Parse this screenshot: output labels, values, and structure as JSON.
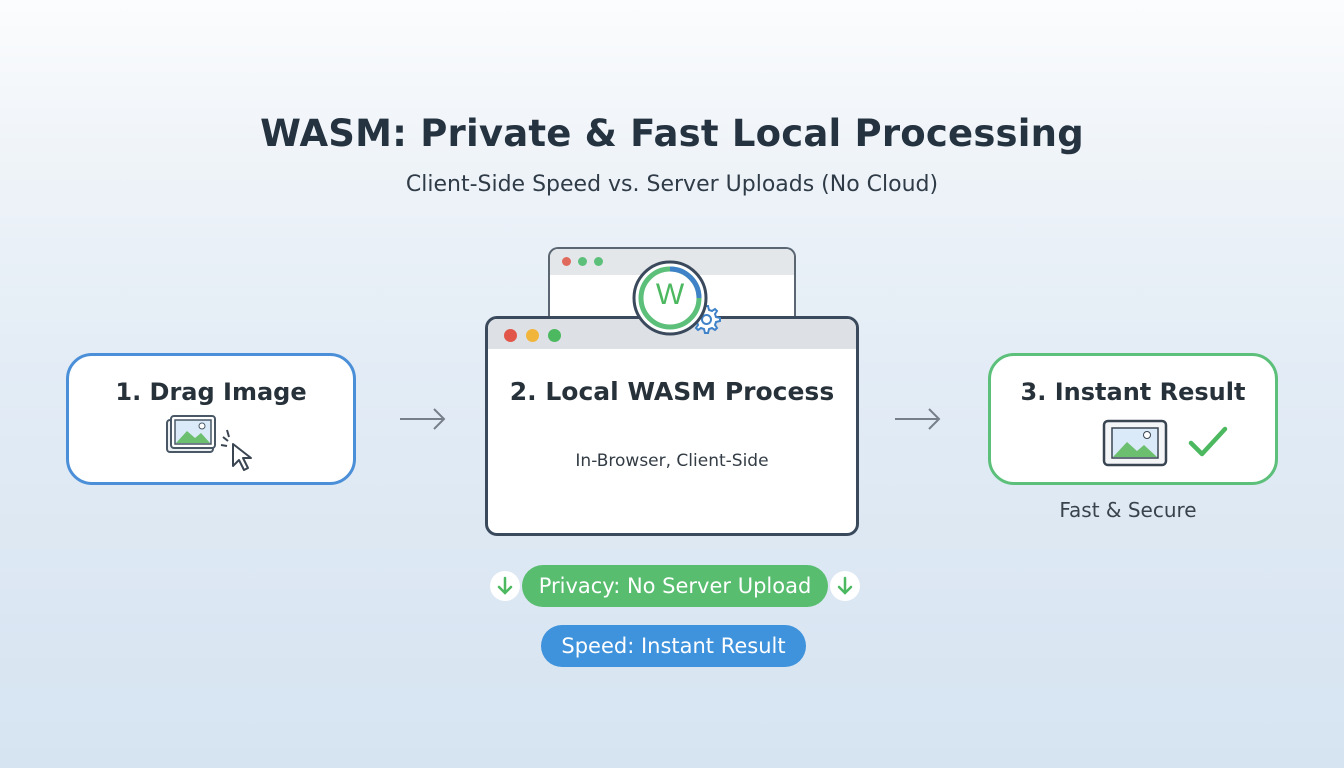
{
  "header": {
    "title": "WASM: Private & Fast Local Processing",
    "subtitle": "Client-Side Speed vs. Server Uploads (No Cloud)"
  },
  "steps": [
    {
      "label": "1. Drag Image",
      "icon": "image-drag-icon"
    },
    {
      "label": "2. Local WASM Process",
      "detail": "In-Browser, Client-Side",
      "badge": "W",
      "icon": "wasm-gear-icon"
    },
    {
      "label": "3. Instant Result",
      "caption": "Fast & Secure",
      "icon": "image-check-icon"
    }
  ],
  "badges": {
    "privacy": "Privacy: No Server Upload",
    "speed": "Speed: Instant Result"
  },
  "colors": {
    "blue": "#4a8fd8",
    "green": "#5cc07a",
    "dark": "#253341",
    "pill_green": "#58bd6f",
    "pill_blue": "#3f92dc"
  }
}
